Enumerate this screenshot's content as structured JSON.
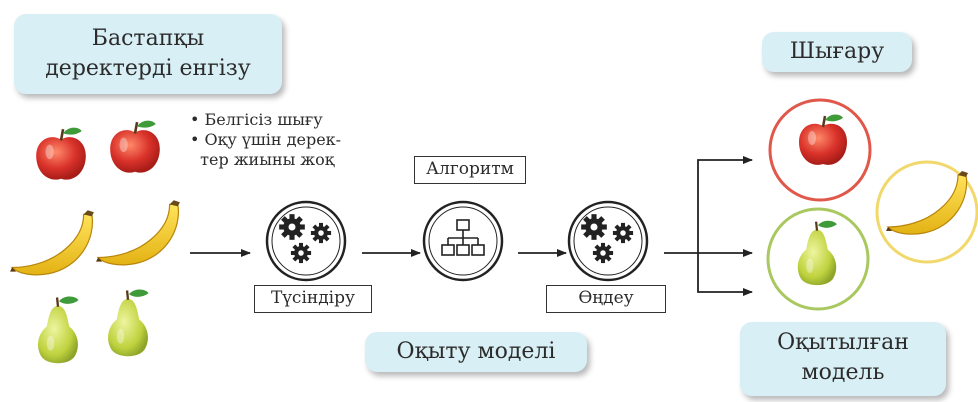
{
  "input_bubble": {
    "line1": "Бастапқы",
    "line2": "деректерді енгізу"
  },
  "bullets": {
    "item1": "Белгісіз шығу",
    "item2_line1": "Оқу үшін дерек-",
    "item2_line2": "тер жиыны жоқ"
  },
  "labels": {
    "interpret": "Түсіндіру",
    "algorithm": "Алгоритм",
    "process": "Өңдеу"
  },
  "model_bubble": "Оқыту моделі",
  "output_bubble": "Шығару",
  "trained_bubble": {
    "line1": "Оқытылған",
    "line2": "модель"
  },
  "colors": {
    "bubble_bg": "#d8eff5",
    "apple": "#d9322a",
    "banana": "#f2cc1f",
    "pear": "#b8cf3a",
    "ring_red": "#e0584a",
    "ring_yellow": "#f2d86b",
    "ring_green": "#a9c860"
  }
}
